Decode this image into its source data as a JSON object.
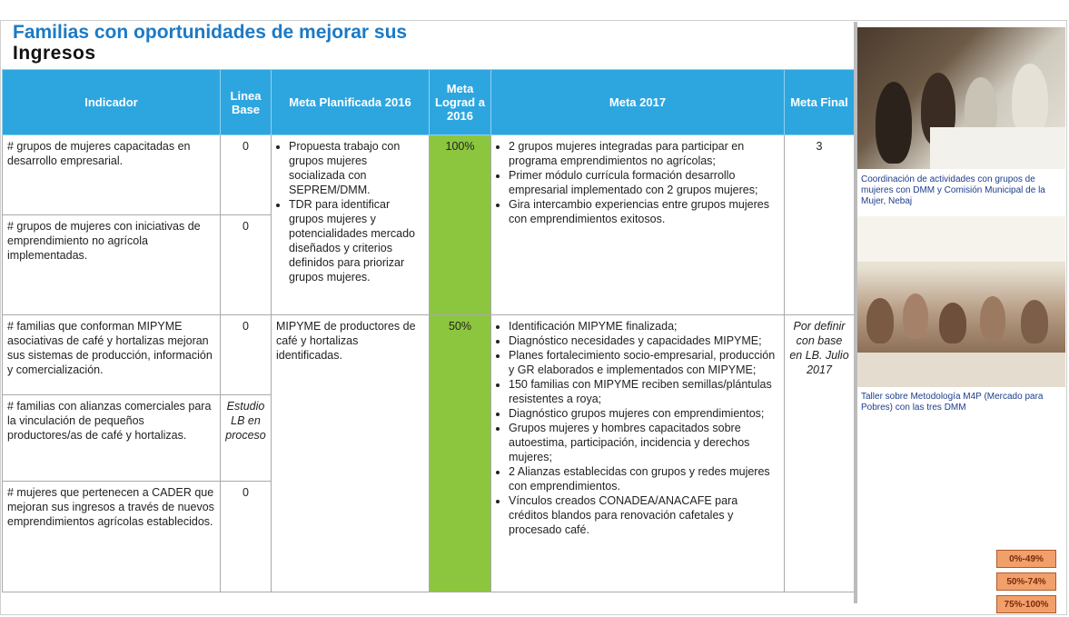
{
  "title": {
    "line1": "Familias con oportunidades de mejorar sus",
    "line2": "Ingresos"
  },
  "table": {
    "headers": {
      "indicador": "Indicador",
      "linea_base": "Linea Base",
      "meta_planificada": "Meta Planificada 2016",
      "meta_lograda": "Meta Lograd a 2016",
      "meta_2017": "Meta 2017",
      "meta_final": "Meta Final"
    },
    "group1": {
      "row1": {
        "indicador": "# grupos de mujeres capacitadas en desarrollo empresarial.",
        "linea_base": "0"
      },
      "row2": {
        "indicador": "# grupos de mujeres con iniciativas de emprendimiento no agrícola implementadas.",
        "linea_base": "0"
      },
      "meta_planificada": [
        "Propuesta trabajo con grupos mujeres socializada con SEPREM/DMM.",
        "TDR para identificar grupos mujeres y potencialidades mercado diseñados y criterios definidos para priorizar grupos mujeres."
      ],
      "meta_lograda": "100%",
      "meta_2017": [
        "2 grupos mujeres integradas para participar en programa emprendimientos no agrícolas;",
        "Primer módulo currícula formación desarrollo empresarial implementado con 2 grupos mujeres;",
        "Gira intercambio experiencias entre grupos mujeres con emprendimientos exitosos."
      ],
      "meta_final": "3"
    },
    "group2": {
      "row1": {
        "indicador": "# familias que conforman MIPYME asociativas de café y hortalizas mejoran sus sistemas de producción, información y comercialización.",
        "linea_base": "0"
      },
      "row2": {
        "indicador": "# familias con alianzas comerciales para la vinculación de pequeños productores/as de café y hortalizas.",
        "linea_base": "Estudio LB en proceso"
      },
      "row3": {
        "indicador": "# mujeres que pertenecen a CADER que mejoran sus ingresos a través de nuevos emprendimientos agrícolas establecidos.",
        "linea_base": "0"
      },
      "meta_planificada": "MIPYME de productores de café y hortalizas identificadas.",
      "meta_lograda": "50%",
      "meta_2017": [
        "Identificación MIPYME finalizada;",
        "Diagnóstico necesidades y capacidades MIPYME;",
        "Planes fortalecimiento socio-empresarial, producción y GR elaborados e implementados con MIPYME;",
        "150 familias con MIPYME reciben semillas/plántulas resistentes a roya;",
        "Diagnóstico grupos mujeres con emprendimientos;",
        "Grupos mujeres y hombres capacitados sobre autoestima, participación, incidencia y derechos mujeres;",
        "2 Alianzas establecidas con grupos y redes mujeres con emprendimientos.",
        "Vínculos creados CONADEA/ANACAFE para créditos blandos para renovación cafetales y procesado café."
      ],
      "meta_final": "Por definir con base en LB. Julio 2017"
    }
  },
  "captions": {
    "photo1": "Coordinación de actividades con grupos de mujeres con DMM y Comisión Municipal de la Mujer, Nebaj",
    "photo2": "Taller sobre Metodología M4P (Mercado para Pobres) con las tres DMM"
  },
  "legend": [
    "0%-49%",
    "50%-74%",
    "75%-100%"
  ],
  "colors": {
    "header_bg": "#2da6e0",
    "title_blue": "#1b7ac6",
    "achieved_green": "#8cc63f",
    "legend_orange": "#f2a06b"
  }
}
